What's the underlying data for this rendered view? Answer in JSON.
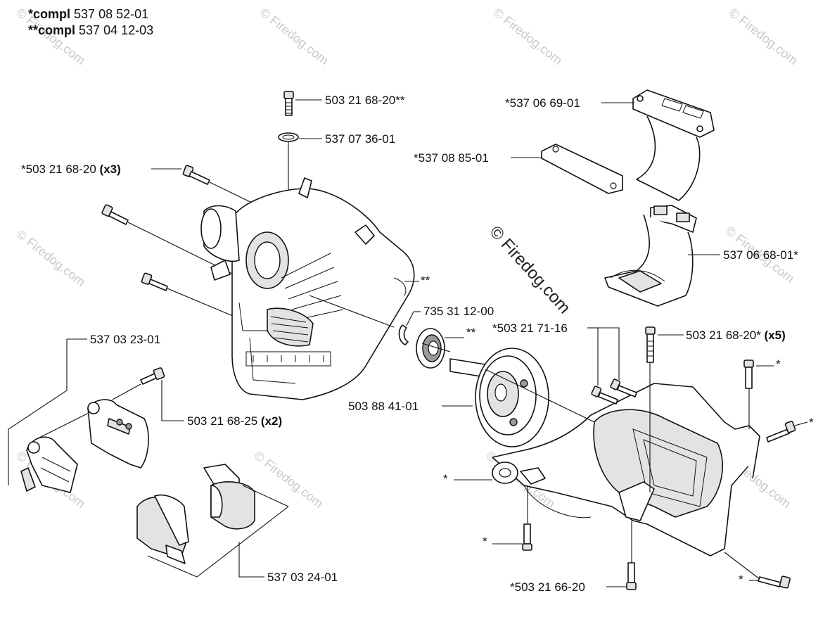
{
  "header": {
    "line1_star": "*",
    "line1_bold": "compl",
    "line1_rest": " 537 08 52-01",
    "line2_star": "**",
    "line2_bold": "compl",
    "line2_rest": " 537 04 12-03"
  },
  "watermark": {
    "small": "© Firedog.com",
    "large": "© Firedog.com"
  },
  "labels": {
    "bolt_top": "503 21 68-20**",
    "clip_top": "537 07 36-01",
    "bolts_x3_part": "*503 21 68-20 ",
    "bolts_x3_qty": "(x3)",
    "cover_top": "*537 06 69-01",
    "gasket": "*537 08 85-01",
    "cover_lower": "537 06 68-01*",
    "housing_marker": "**",
    "circlip": "735 31 12-00",
    "bearing_marker": "**",
    "bolts_71_16": "*503 21 71-16",
    "bolts_x5_part": "503 21 68-20* ",
    "bolts_x5_qty": "(x5)",
    "bracket_set_a": "537 03 23-01",
    "bolts_x2_part": "503 21 68-25 ",
    "bolts_x2_qty": "(x2)",
    "clutch_drum": "503 88 41-01",
    "bracket_set_b": "537 03 24-01",
    "bolt_bottom": "*503 21 66-20",
    "star_right_1": "*",
    "star_right_2": "*",
    "star_left": "*",
    "star_bottom_left": "*",
    "star_bottom_right": "*"
  }
}
